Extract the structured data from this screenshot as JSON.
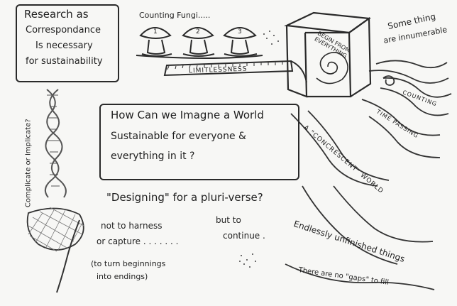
{
  "top_left_box": {
    "lines": [
      "Research as",
      "Correspondance",
      "Is necessary",
      "for sustainability"
    ]
  },
  "fungi": {
    "label": "Counting  Fungi.....",
    "numbers": [
      "1",
      "2",
      "3"
    ]
  },
  "tape": {
    "label": "LIMITLESSNESS"
  },
  "cube": {
    "label": "BEGIN FROM EVERYTHING"
  },
  "top_right": {
    "lines": [
      "Some thing",
      "are innumerable"
    ]
  },
  "wavy_labels": {
    "counting": "COUNTING",
    "time_passing": "TIME PASSING"
  },
  "left_side": {
    "text": "Complicate or Implicate?"
  },
  "center_box": {
    "lines": [
      "How Can we Imagne a World",
      "Sustainable for everyone &",
      "everything      in it   ?"
    ]
  },
  "concrescent": {
    "text": "A \"CONCRESCENT\" WORLD"
  },
  "designing": {
    "text": "\"Designing\" for a pluri-verse?"
  },
  "harness": {
    "lines": [
      "not to harness",
      "or capture  . . . . . . ."
    ]
  },
  "continue": {
    "lines": [
      "but to",
      "continue ."
    ]
  },
  "turn": {
    "lines": [
      "(to turn beginnings",
      "into endings)"
    ]
  },
  "unfinished": {
    "text": "Endlessly unfinished things"
  },
  "gaps": {
    "text": "There are no \"gaps\" to fill"
  }
}
